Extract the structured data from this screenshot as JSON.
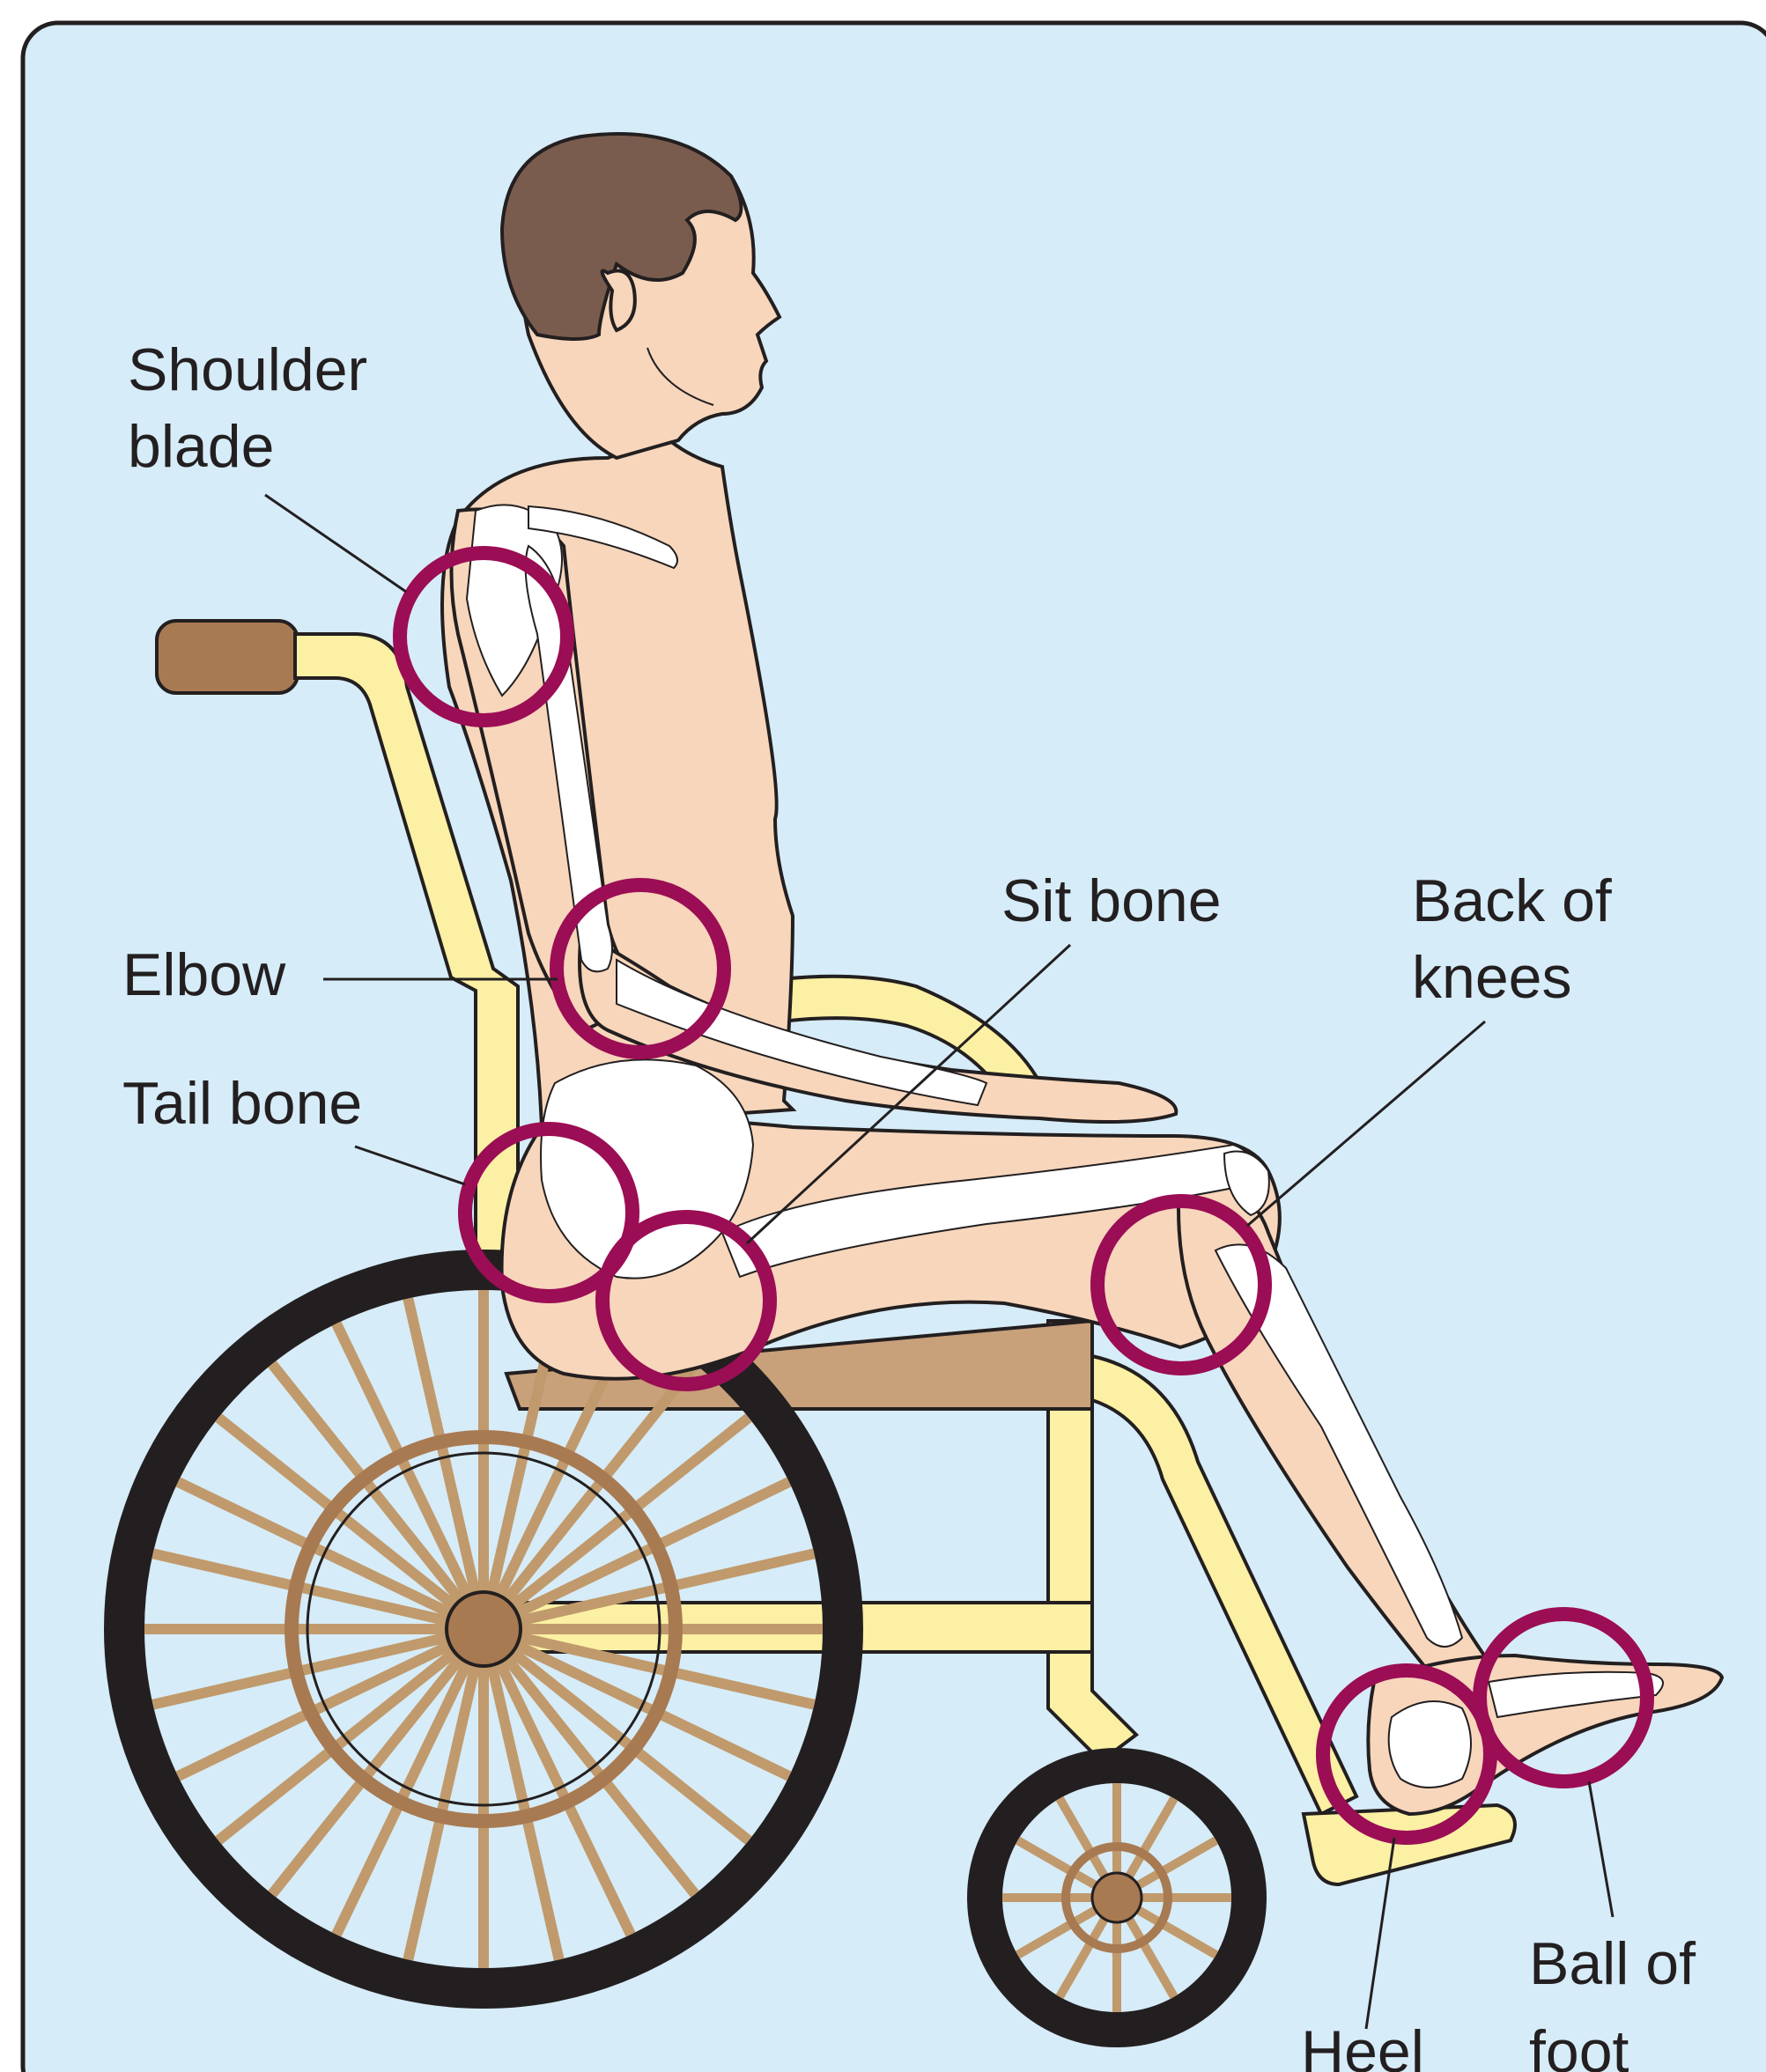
{
  "colors": {
    "panel_background": "#d6ecf8",
    "panel_border": "#231f20",
    "pressure_circle": "#9b0d54",
    "skin": "#f7d6bb",
    "hair": "#7a5c4e",
    "bone": "#ffffff",
    "chair_frame": "#fbf0a3",
    "seat": "#c8a07a",
    "grip": "#a87a52",
    "tire": "#231f20",
    "spoke": "#c09a6c",
    "hub": "#a87a52"
  },
  "labels": {
    "shoulder_blade_line1": "Shoulder",
    "shoulder_blade_line2": "blade",
    "elbow": "Elbow",
    "tail_bone": "Tail bone",
    "sit_bone": "Sit bone",
    "back_of_knees_line1": "Back of",
    "back_of_knees_line2": "knees",
    "heel": "Heel",
    "ball_of_foot_line1": "Ball of",
    "ball_of_foot_line2": "foot"
  },
  "icons": {
    "pressure_point_marker": "circle-outline",
    "person": "seated-man-side-view",
    "wheelchair": "wheelchair-side-view"
  }
}
